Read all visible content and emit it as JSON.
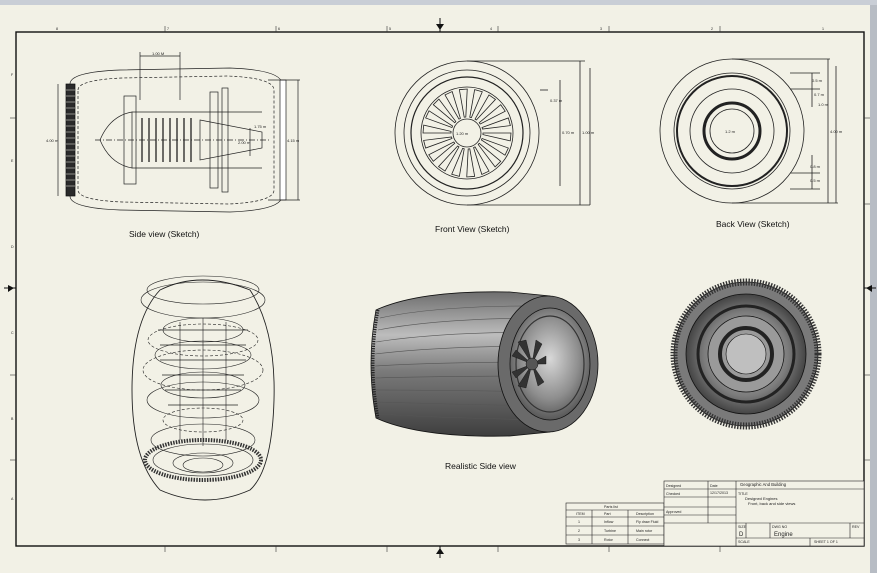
{
  "drawing": {
    "views": {
      "side_sketch": "Side view (Sketch)",
      "front_sketch": "Front View (Sketch)",
      "back_sketch": "Back View (Sketch)",
      "realistic_side": "Realistic Side view"
    },
    "dimensions": {
      "side_top": "1.00 M",
      "side_left": "4.00 m",
      "side_center": "2.00 m",
      "side_right": "1.75 m",
      "side_far_right": "4.15 m",
      "front_a": "0.37 m",
      "front_b": "0.70 m",
      "front_c": "1.00 m",
      "front_center": "1.20 m",
      "back_center": "1.2 m",
      "back_right": "4.00 m",
      "back_r1": "0.5 m",
      "back_r2": "0.7 m",
      "back_r3": "1.0 m",
      "back_r4": "0.8 m",
      "back_r5": "0.5 m"
    },
    "border": {
      "top_zones": [
        "8",
        "7",
        "6",
        "5",
        "4",
        "3",
        "2",
        "1"
      ],
      "side_zones": [
        "F",
        "E",
        "D",
        "C",
        "B",
        "A"
      ]
    },
    "parts_list": {
      "title": "Parts list",
      "headers": [
        "ITEM",
        "Part",
        "Description"
      ],
      "rows": [
        [
          "1",
          "Inflow",
          "Fly draw Fluid"
        ],
        [
          "2",
          "Turbine",
          "Main rotor"
        ],
        [
          "3",
          "Rotor",
          "Connect"
        ]
      ]
    },
    "title_block": {
      "company": "Geographic And Building",
      "labels": [
        "Designed",
        "Checked",
        "Approved",
        "Date"
      ],
      "date": "12/17/2013",
      "desc_label": "TITLE",
      "description": "Designed Engines\nFront, back and side views",
      "size_label": "SIZE",
      "size": "D",
      "dwg_label": "DWG NO",
      "dwg_no": "Engine",
      "rev_label": "REV",
      "scale": "SCALE",
      "sheet": "SHEET 1 OF 1"
    }
  }
}
